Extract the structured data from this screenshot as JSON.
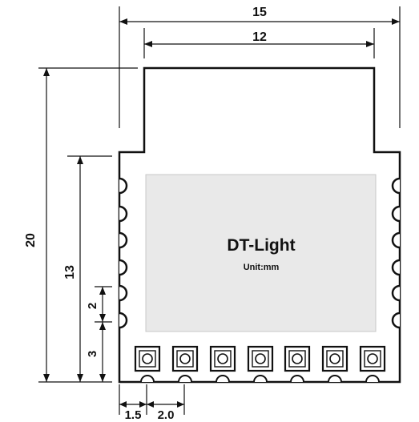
{
  "module": {
    "name": "DT-Light",
    "unit_label": "Unit:mm"
  },
  "dimensions": {
    "overall_width": "15",
    "inner_width": "12",
    "overall_height": "20",
    "label_height": "13",
    "pad_pitch_small": "2",
    "bottom_offset": "3",
    "edge_offset": "1.5",
    "pad_pitch": "2.0"
  },
  "colors": {
    "outline": "#111111",
    "label_fill": "#e9e9e9",
    "background": "#ffffff"
  }
}
